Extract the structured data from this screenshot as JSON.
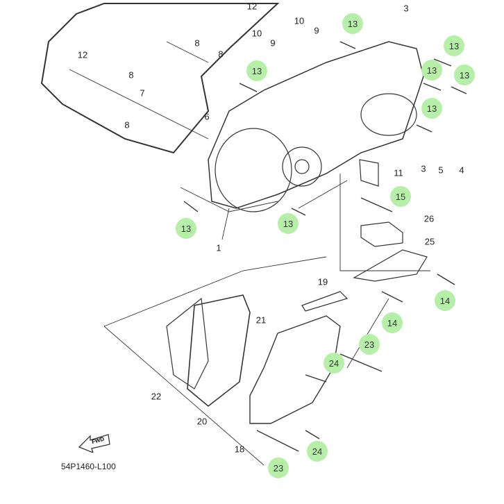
{
  "diagram_code": "54P1460-L100",
  "fwd_label": "FWD",
  "callouts": [
    {
      "number": "12",
      "highlighted": false
    },
    {
      "number": "3",
      "highlighted": false
    },
    {
      "number": "13",
      "highlighted": true
    },
    {
      "number": "10",
      "highlighted": false
    },
    {
      "number": "9",
      "highlighted": false
    },
    {
      "number": "10",
      "highlighted": false
    },
    {
      "number": "9",
      "highlighted": false
    },
    {
      "number": "8",
      "highlighted": false
    },
    {
      "number": "8",
      "highlighted": false
    },
    {
      "number": "12",
      "highlighted": false
    },
    {
      "number": "8",
      "highlighted": false
    },
    {
      "number": "7",
      "highlighted": false
    },
    {
      "number": "6",
      "highlighted": false
    },
    {
      "number": "8",
      "highlighted": false
    },
    {
      "number": "13",
      "highlighted": true
    },
    {
      "number": "13",
      "highlighted": true
    },
    {
      "number": "13",
      "highlighted": true
    },
    {
      "number": "13",
      "highlighted": true
    },
    {
      "number": "13",
      "highlighted": true
    },
    {
      "number": "3",
      "highlighted": false
    },
    {
      "number": "5",
      "highlighted": false
    },
    {
      "number": "4",
      "highlighted": false
    },
    {
      "number": "11",
      "highlighted": false
    },
    {
      "number": "15",
      "highlighted": true
    },
    {
      "number": "13",
      "highlighted": true
    },
    {
      "number": "13",
      "highlighted": true
    },
    {
      "number": "26",
      "highlighted": false
    },
    {
      "number": "1",
      "highlighted": false
    },
    {
      "number": "25",
      "highlighted": false
    },
    {
      "number": "19",
      "highlighted": false
    },
    {
      "number": "14",
      "highlighted": true
    },
    {
      "number": "14",
      "highlighted": true
    },
    {
      "number": "21",
      "highlighted": false
    },
    {
      "number": "23",
      "highlighted": true
    },
    {
      "number": "24",
      "highlighted": true
    },
    {
      "number": "22",
      "highlighted": false
    },
    {
      "number": "20",
      "highlighted": false
    },
    {
      "number": "18",
      "highlighted": false
    },
    {
      "number": "24",
      "highlighted": true
    },
    {
      "number": "23",
      "highlighted": true
    }
  ],
  "colors": {
    "highlight": "#b6f0a8",
    "line": "#333333"
  }
}
